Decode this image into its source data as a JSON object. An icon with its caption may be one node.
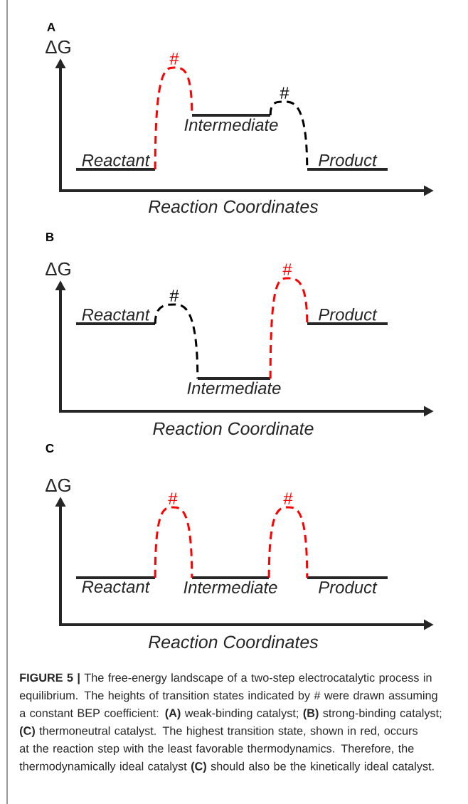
{
  "diagram": {
    "caption": "**FIGURE 5 |** The free-energy landscape of a two-step electrocatalytic process in equilibrium. The heights of transition states indicated by # were drawn assuming a constant BEP coefficient: **(A)** weak-binding catalyst; **(B)** strong-binding catalyst; **(C)** thermoneutral catalyst. The highest transition state, shown in red, occurs at the reaction step with the least favorable thermodynamics. Therefore, the thermodynamically ideal catalyst **(C)** should also be the kinetically ideal catalyst.",
    "nodes": [
      {
        "text": [
          "Reactant"
        ]
      },
      {
        "text": [
          "Intermediate"
        ]
      },
      {
        "text": [
          "Product"
        ]
      },
      {
        "text": [
          "Reactant"
        ]
      },
      {
        "text": [
          "Intermediate"
        ]
      },
      {
        "text": [
          "Product"
        ]
      },
      {
        "text": [
          "Reactant"
        ]
      },
      {
        "text": [
          "Intermediate"
        ]
      },
      {
        "text": [
          "Product"
        ]
      }
    ],
    "edges": [
      {
        "from": 0,
        "to": 1,
        "arrow": "none",
        "label": "#",
        "style": "dashed",
        "color": "#ff0000"
      },
      {
        "from": 1,
        "to": 2,
        "arrow": "none",
        "label": "#",
        "style": "dashed",
        "color": "#000000"
      },
      {
        "from": 3,
        "to": 4,
        "arrow": "none",
        "label": "#",
        "style": "dashed",
        "color": "#000000"
      },
      {
        "from": 4,
        "to": 5,
        "arrow": "none",
        "label": "#",
        "style": "dashed",
        "color": "#ff0000"
      },
      {
        "from": 6,
        "to": 7,
        "arrow": "none",
        "label": "#",
        "style": "dashed",
        "color": "#ff0000"
      },
      {
        "from": 7,
        "to": 8,
        "arrow": "none",
        "label": "#",
        "style": "dashed",
        "color": "#ff0000"
      }
    ],
    "labels": [
      "A",
      "ΔG",
      "Reaction Coordinates",
      "B",
      "ΔG",
      "Reaction Coordinate",
      "C",
      "ΔG",
      "Reaction Coordinates"
    ]
  }
}
